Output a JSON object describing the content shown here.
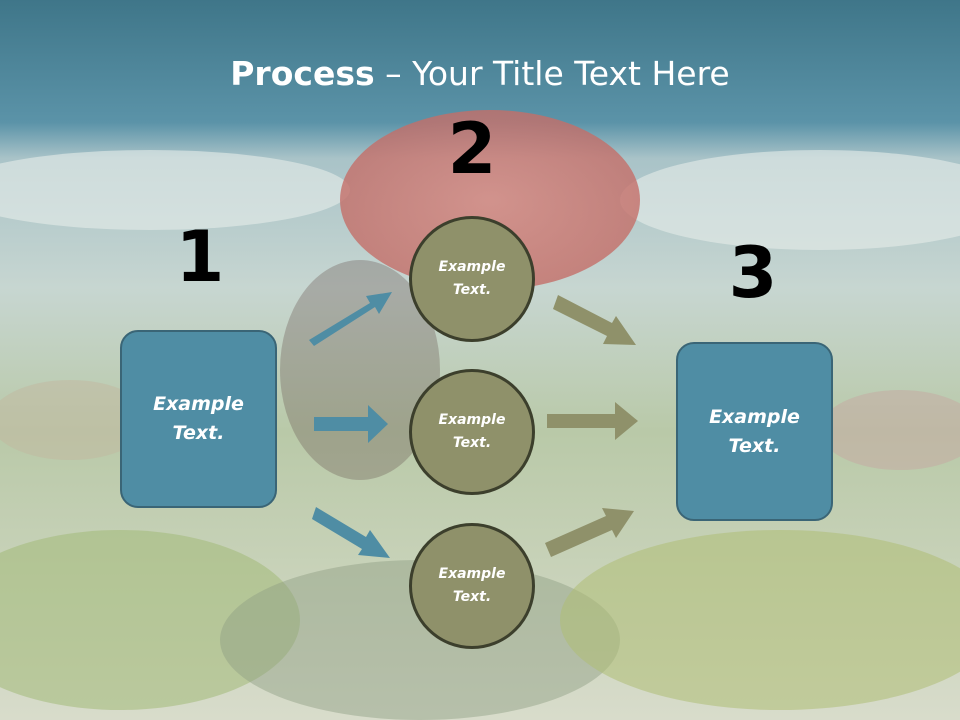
{
  "title": {
    "bold": "Process",
    "rest": " – Your Title Text Here"
  },
  "steps": {
    "one": "1",
    "two": "2",
    "three": "3"
  },
  "box_left": {
    "text": "Example Text."
  },
  "box_right": {
    "text": "Example Text."
  },
  "circles": [
    {
      "text": "Example Text."
    },
    {
      "text": "Example Text."
    },
    {
      "text": "Example Text."
    }
  ],
  "colors": {
    "box_fill": "#4f8da4",
    "circle_fill": "#8f916a",
    "arrow_blue": "#4f8da4",
    "arrow_olive": "#8f916a"
  }
}
